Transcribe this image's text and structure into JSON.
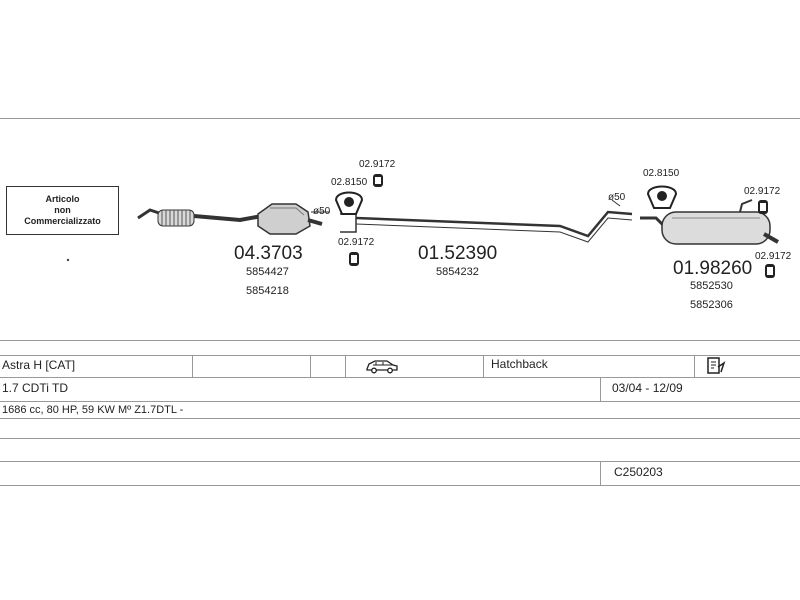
{
  "badge": {
    "line1": "Articolo",
    "line2": "non",
    "line3": "Commercializzato"
  },
  "parts": {
    "p1": {
      "code": "04.3703",
      "ref1": "5854427",
      "ref2": "5854218"
    },
    "p2": {
      "code": "01.52390",
      "ref1": "5854232"
    },
    "p3": {
      "code": "01.98260",
      "ref1": "5852530",
      "ref2": "5852306"
    }
  },
  "accessories": {
    "a1": "02.9172",
    "a2": "02.8150",
    "a3": "02.9172",
    "a4": "02.8150",
    "a5": "02.9172",
    "a6": "02.9172"
  },
  "pipe_labels": {
    "d1": "ø50",
    "d2": "ø50"
  },
  "table": {
    "r1c1": "Astra H  [CAT]",
    "r1c2": "Hatchback",
    "r2c1": "1.7 CDTi TD",
    "r2c2": "03/04 - 12/09",
    "r3c1": "1686 cc, 80 HP, 59 KW Mº Z1.7DTL -",
    "r5c1": "C250203"
  },
  "icons": {
    "car": "car-icon",
    "doc": "document-icon"
  }
}
